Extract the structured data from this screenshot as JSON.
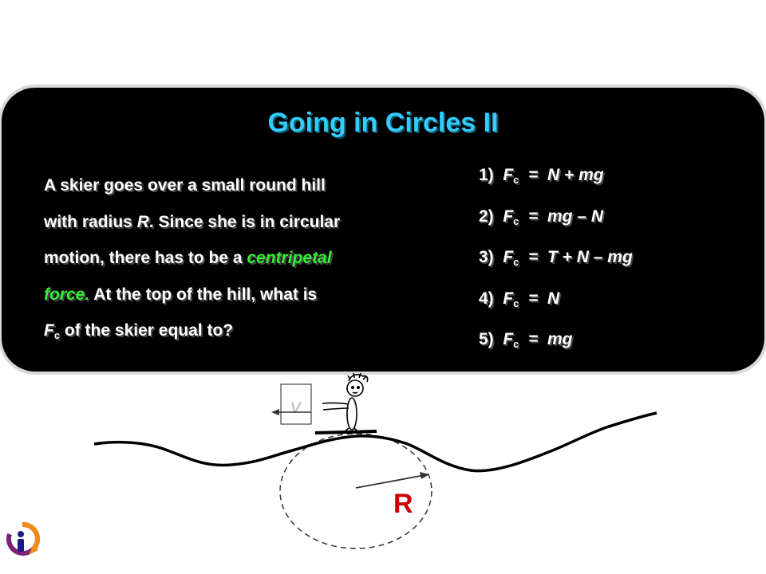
{
  "title": "Going in Circles II",
  "question": {
    "line1": "A skier goes over a small round hill",
    "line2a": "with radius ",
    "line2b": "R",
    "line2c": ".  Since she is in circular",
    "line3a": "motion, there has to be a ",
    "line3b": "centripetal",
    "line4a": "force.",
    "line4b": "   At the top of the hill, what is",
    "line5a": "F",
    "line5b": "c",
    "line5c": " of the skier equal to?"
  },
  "choices": [
    {
      "num": "1)  ",
      "F": "F",
      "sub": "c",
      "eq": "  =  N + mg"
    },
    {
      "num": "2)  ",
      "F": "F",
      "sub": "c",
      "eq": "  =  mg – N"
    },
    {
      "num": "3)  ",
      "F": "F",
      "sub": "c",
      "eq": "  =  T + N – mg"
    },
    {
      "num": "4)  ",
      "F": "F",
      "sub": "c",
      "eq": "  =  N"
    },
    {
      "num": "5)  ",
      "F": "F",
      "sub": "c",
      "eq": "  =  mg"
    }
  ],
  "diagram": {
    "velocity_label": "v",
    "radius_label": "R"
  },
  "colors": {
    "title": "#33ccff",
    "highlight": "#33ee33",
    "radius_label": "#cc0000"
  },
  "icons": [
    "clicker-logo-icon"
  ]
}
